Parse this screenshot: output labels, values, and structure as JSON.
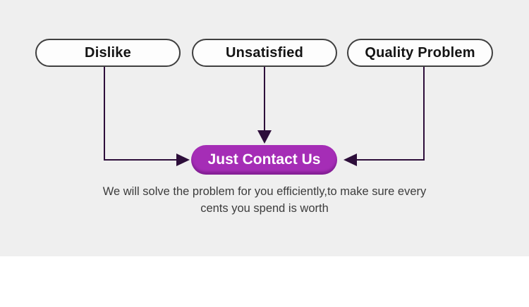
{
  "colors": {
    "panel_bg": "#efefef",
    "page_bg": "#ffffff",
    "cta_purple": "#a52db6",
    "arrow_dark_purple": "#2d0e3a",
    "pill_border": "#3f3f3f"
  },
  "problems": [
    {
      "label": "Dislike"
    },
    {
      "label": "Unsatisfied"
    },
    {
      "label": "Quality Problem"
    }
  ],
  "cta": {
    "label": "Just Contact Us"
  },
  "caption": {
    "line1": "We will solve the problem for you efficiently,to make sure every",
    "line2": "cents you spend is worth"
  }
}
